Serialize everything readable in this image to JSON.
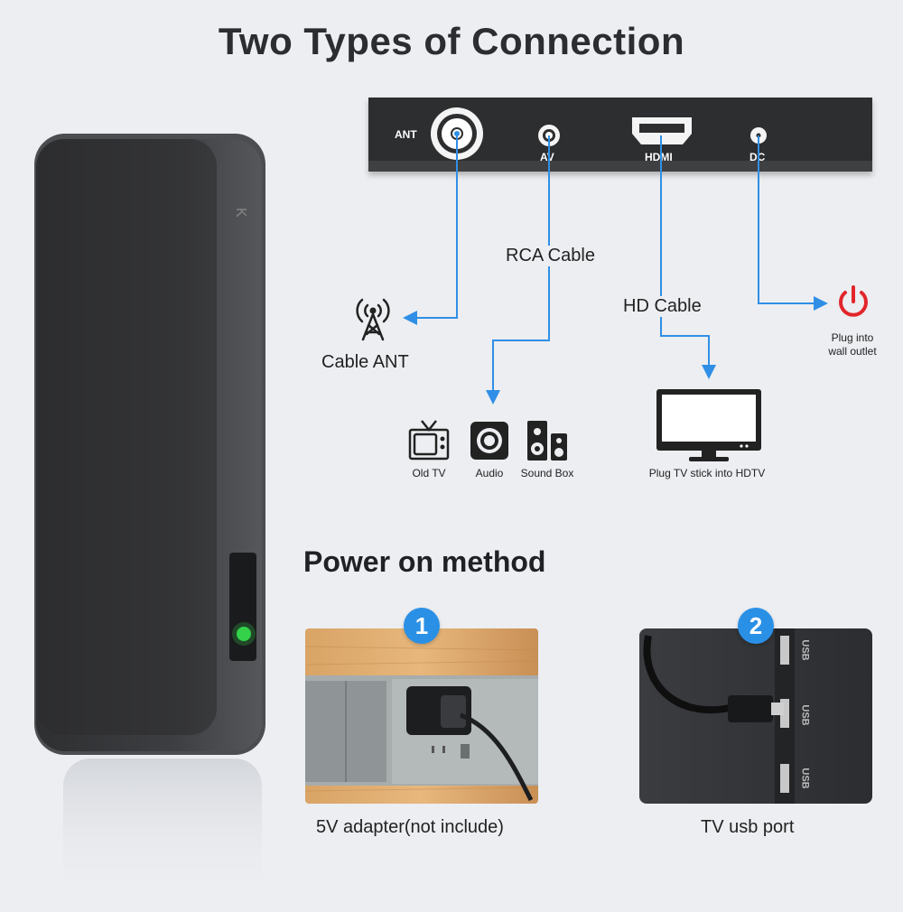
{
  "title": "Two Types of Connection",
  "ports": {
    "ant": "ANT",
    "av": "AV",
    "hdmi": "HDMI",
    "dc": "DC"
  },
  "cables": {
    "rca": "RCA Cable",
    "hd": "HD Cable"
  },
  "destinations": {
    "cable_ant": "Cable ANT",
    "old_tv": "Old TV",
    "audio": "Audio",
    "sound_box": "Sound Box",
    "hdtv": "Plug TV stick into HDTV",
    "wall_line1": "Plug into",
    "wall_line2": "wall outlet"
  },
  "power": {
    "heading": "Power on method",
    "method1_num": "1",
    "method1_caption": "5V adapter(not include)",
    "method2_num": "2",
    "method2_caption": "TV usb port",
    "usb_label": "USB"
  },
  "colors": {
    "line": "#2f8fe6",
    "power_red": "#e2262b",
    "device": "#3a3b3d",
    "badge": "#2a90e6"
  }
}
